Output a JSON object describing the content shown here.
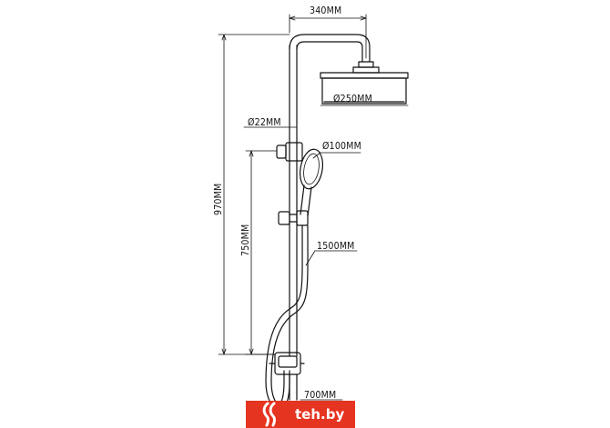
{
  "dimensions": {
    "arm_length": "340MM",
    "head_diameter": "Ø250MM",
    "pipe_diameter": "Ø22MM",
    "hand_shower_diameter": "Ø100MM",
    "total_height": "970MM",
    "rail_height": "750MM",
    "hose_length": "1500MM",
    "outlet_height": "700MM"
  },
  "watermark": {
    "text": "teh.by",
    "color": "#e53420"
  }
}
